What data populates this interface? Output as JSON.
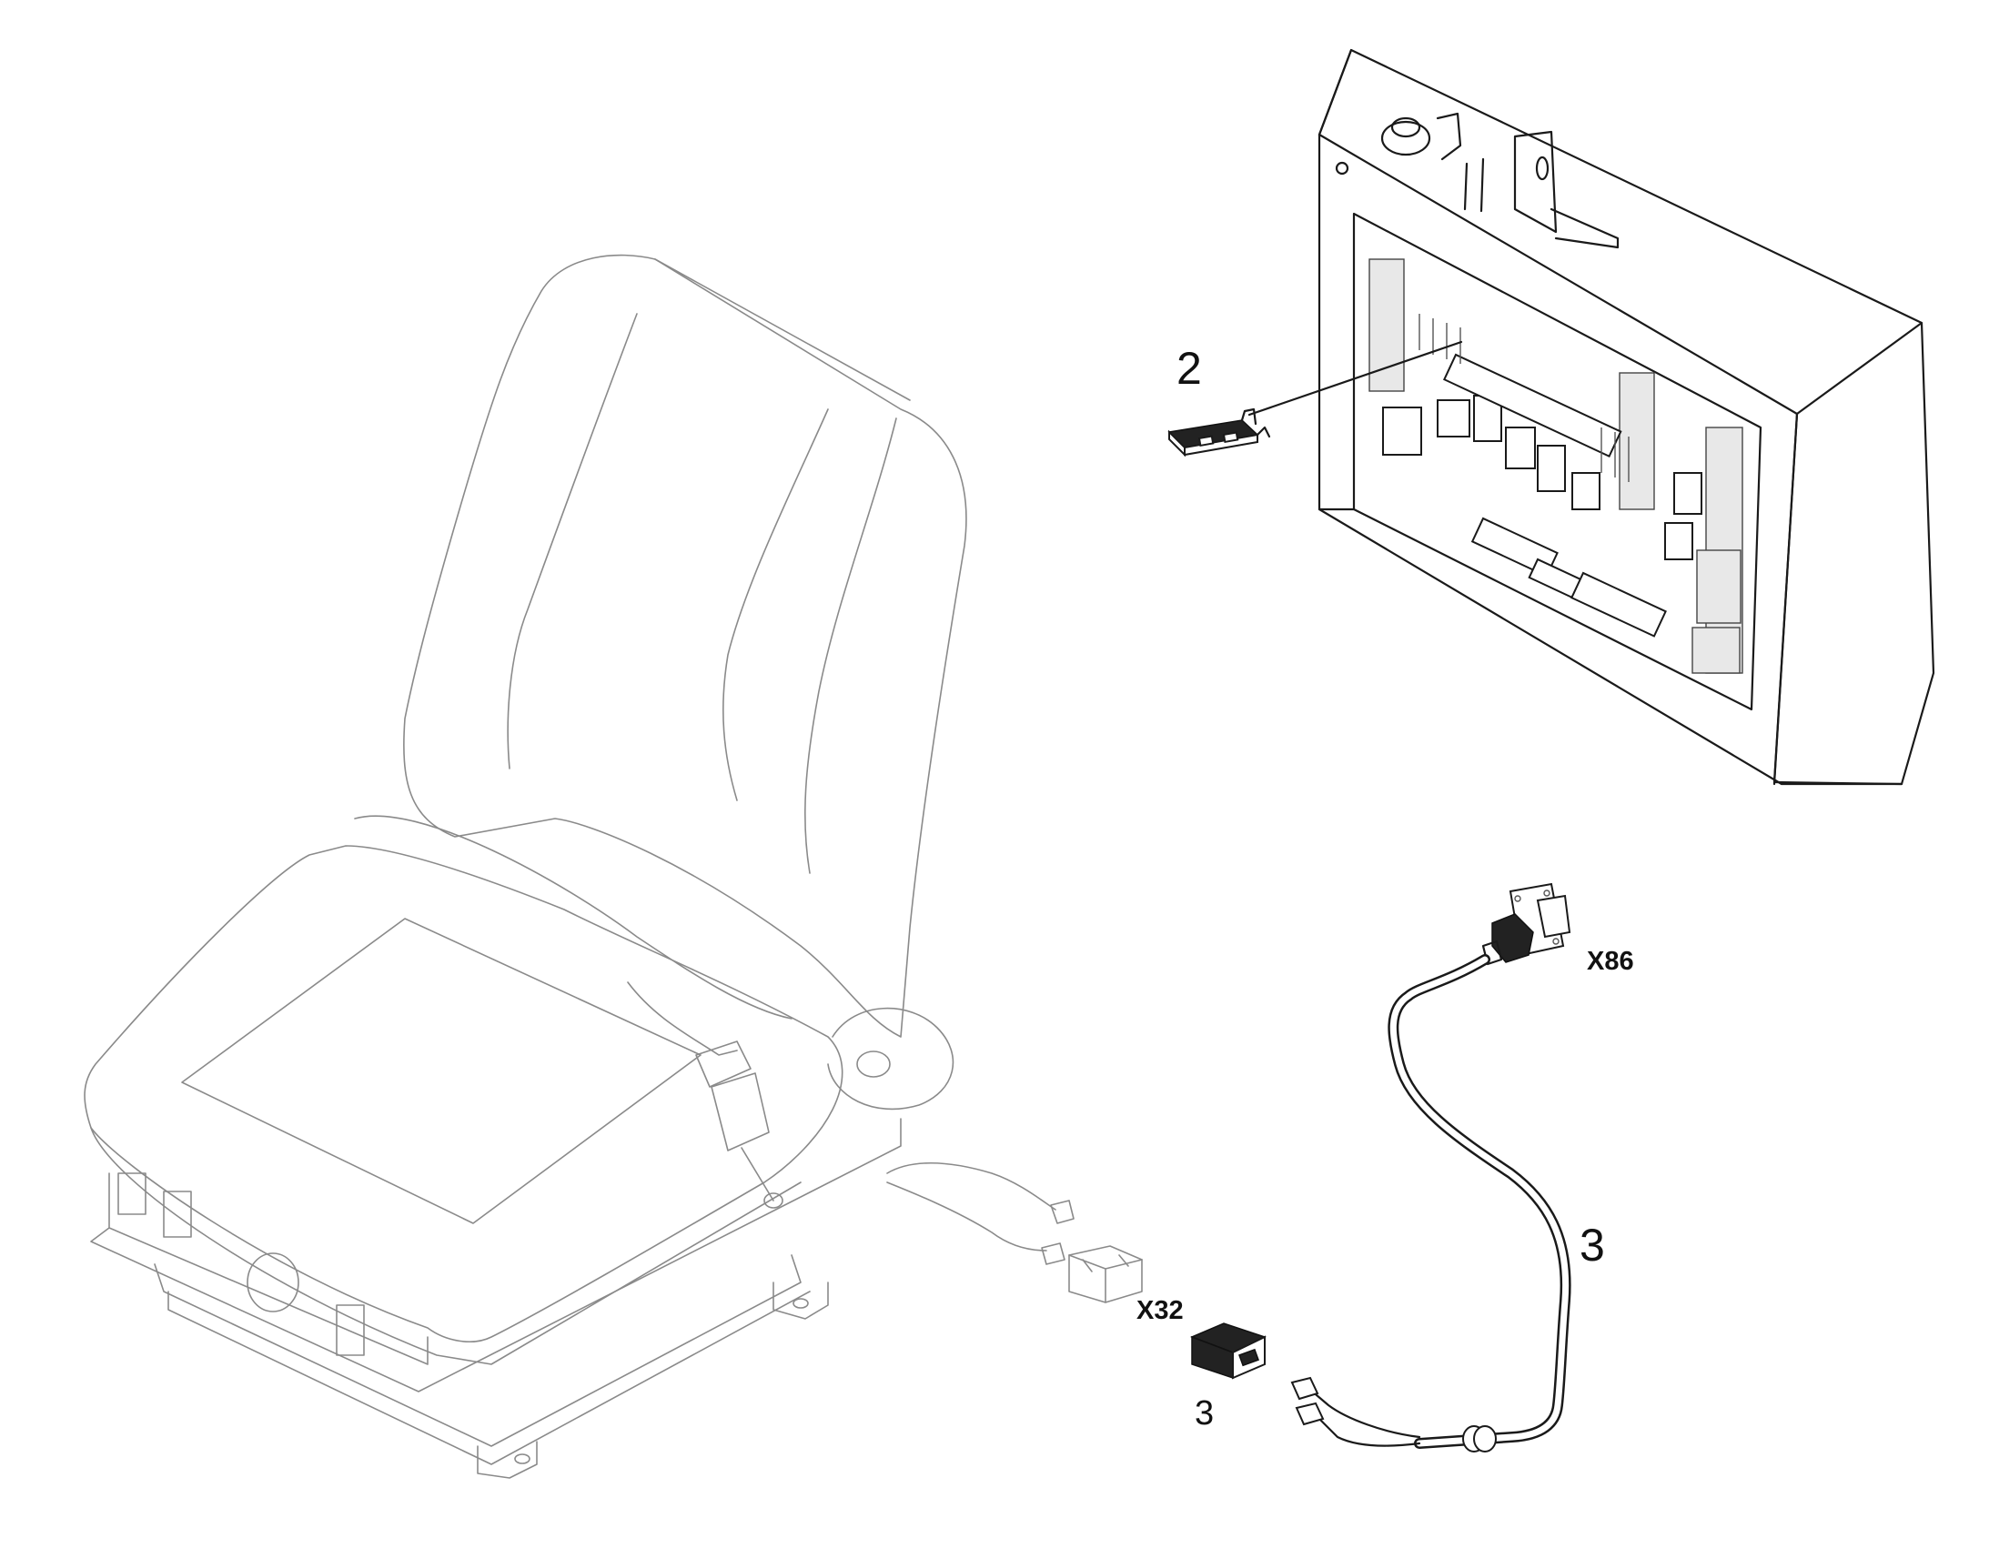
{
  "callouts": {
    "fuse_number": "2",
    "harness_number": "3",
    "connector_number": "3"
  },
  "connectors": {
    "x86": "X86",
    "x32": "X32"
  },
  "icons": {
    "seat": "operator-seat-icon",
    "control_box": "electrical-control-box-icon",
    "fuse": "blade-fuse-icon",
    "harness": "wiring-harness-icon",
    "plug": "connector-plug-icon"
  }
}
